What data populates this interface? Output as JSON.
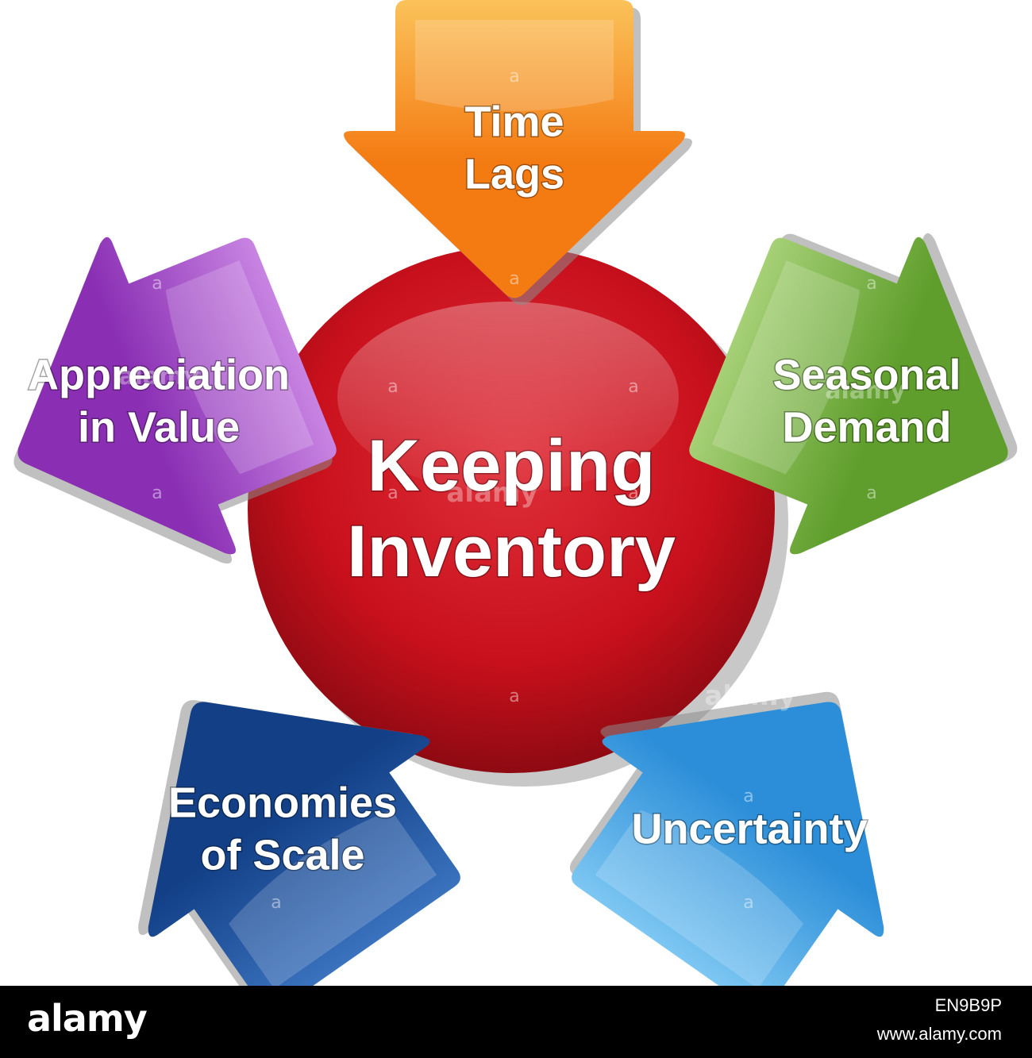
{
  "center": {
    "lines": [
      "Keeping",
      "Inventory"
    ],
    "color": "#c8101c"
  },
  "arrows": [
    {
      "id": "time-lags",
      "lines": [
        "Time",
        "Lags"
      ],
      "color": "#f47a12",
      "light": "#fbc25a"
    },
    {
      "id": "seasonal-demand",
      "lines": [
        "Seasonal",
        "Demand"
      ],
      "color": "#5f9e2c",
      "light": "#a6d076"
    },
    {
      "id": "uncertainty",
      "lines": [
        "Uncertainty"
      ],
      "color": "#2c8ed8",
      "light": "#7cc6f2"
    },
    {
      "id": "economies-of-scale",
      "lines": [
        "Economies",
        "of Scale"
      ],
      "color": "#123f86",
      "light": "#3a72bd"
    },
    {
      "id": "appreciation-in-value",
      "lines": [
        "Appreciation",
        "in Value"
      ],
      "color": "#8a2fb4",
      "light": "#c884e2"
    }
  ],
  "watermark": {
    "word": "alamy",
    "dot": "a"
  },
  "footer": {
    "logo": "alamy",
    "image_id": "EN9B9P",
    "url": "www.alamy.com"
  }
}
